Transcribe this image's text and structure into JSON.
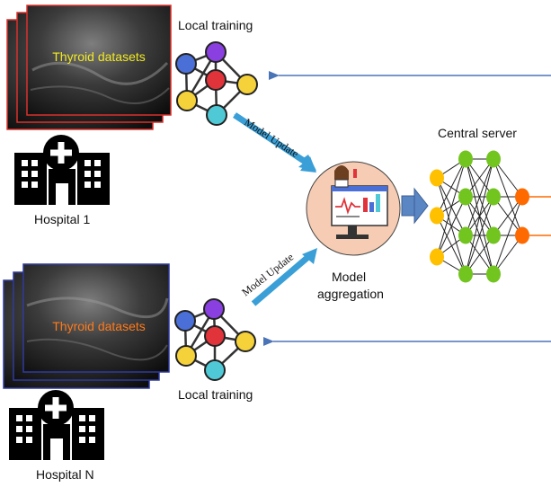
{
  "hospital_1": {
    "dataset_label": "Thyroid datasets",
    "dataset_label_color": "#f2ea21",
    "frame_color": "#d9312b",
    "name": "Hospital 1",
    "training_label": "Local training"
  },
  "hospital_n": {
    "dataset_label": "Thyroid datasets",
    "dataset_label_color": "#ff7a1a",
    "frame_color": "#2f3a9e",
    "name": "Hospital N",
    "training_label": "Local training"
  },
  "model_update_label": "Model Update",
  "aggregation": {
    "label_line1": "Model",
    "label_line2": "aggregation",
    "icon": "doctor-monitor-icon"
  },
  "central_server": {
    "label": "Central server",
    "icon": "neural-network-icon"
  },
  "colors": {
    "arrow_blue": "#4a74b8",
    "update_arrow": "#3a9fd6",
    "node_blue": "#4a6fd6",
    "node_purple": "#8a3fe0",
    "node_red": "#e0333a",
    "node_yellow": "#f5d13a",
    "node_cyan": "#4fc9d6",
    "server_yellow": "#ffc000",
    "server_green": "#72c41e",
    "server_orange": "#ff6a00"
  }
}
